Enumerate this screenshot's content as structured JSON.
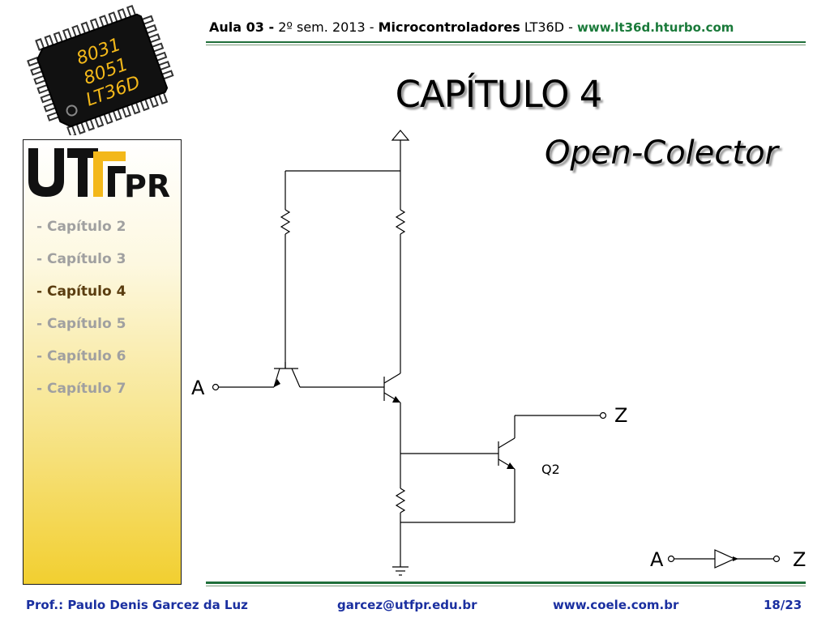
{
  "chip_logo": {
    "line1": "8031",
    "line2": "8051",
    "line3": "LT36D"
  },
  "header": {
    "aula": "Aula 03 -",
    "semester": " 2º sem. 2013 - ",
    "course": "Microcontroladores",
    "code": " LT36D - ",
    "url": "www.lt36d.hturbo.com"
  },
  "chapter_title": "CAPÍTULO 4",
  "subtitle": "Open-Colector",
  "utfpr_logo": {
    "text": "PR"
  },
  "sidebar": {
    "items": [
      {
        "label": "- Capítulo 2"
      },
      {
        "label": "- Capítulo 3"
      },
      {
        "label": "- Capítulo 4"
      },
      {
        "label": "- Capítulo 5"
      },
      {
        "label": "- Capítulo 6"
      },
      {
        "label": "- Capítulo 7"
      }
    ]
  },
  "circuit": {
    "input_label": "A",
    "output_label": "Z",
    "transistor_label": "Q2",
    "symbol_input": "A",
    "symbol_output": "Z"
  },
  "footer": {
    "author": "Prof.: Paulo Denis Garcez da Luz",
    "email": "garcez@utfpr.edu.br",
    "site": "www.coele.com.br",
    "page": "18/23"
  }
}
